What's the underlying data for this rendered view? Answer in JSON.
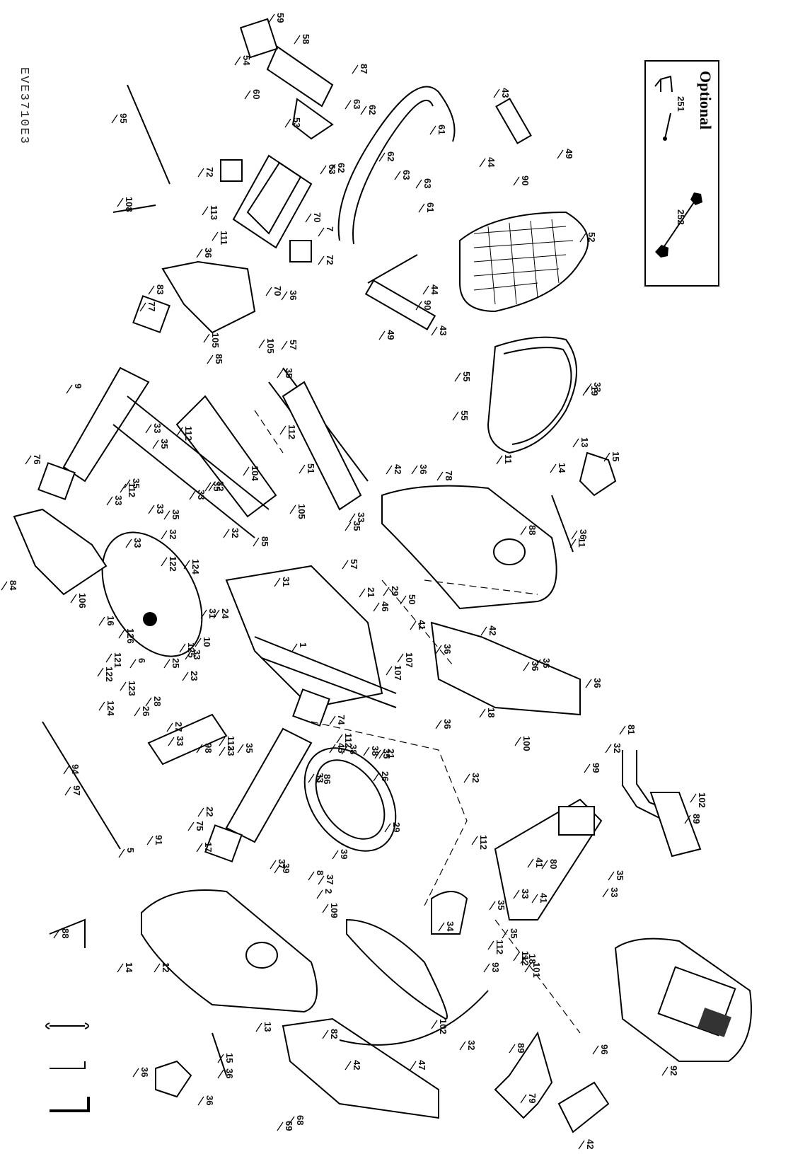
{
  "drawing_code": "EVE3710E3",
  "optional_box": {
    "title": "Optional",
    "parts": [
      "251",
      "252"
    ]
  },
  "labels": [
    "59",
    "58",
    "54",
    "60",
    "53",
    "87",
    "63",
    "62",
    "61",
    "62",
    "63",
    "44",
    "43",
    "49",
    "90",
    "95",
    "72",
    "63",
    "62",
    "63",
    "61",
    "108",
    "113",
    "111",
    "7",
    "70",
    "72",
    "52",
    "36",
    "83",
    "36",
    "70",
    "44",
    "90",
    "43",
    "49",
    "77",
    "105",
    "85",
    "105",
    "57",
    "35",
    "33",
    "55",
    "55",
    "19",
    "9",
    "33",
    "35",
    "112",
    "104",
    "112",
    "51",
    "13",
    "14",
    "15",
    "76",
    "35",
    "33",
    "112",
    "32",
    "33",
    "35",
    "33",
    "35",
    "32",
    "105",
    "35",
    "33",
    "42",
    "36",
    "78",
    "88",
    "11",
    "36",
    "11",
    "84",
    "106",
    "32",
    "33",
    "122",
    "124",
    "31",
    "85",
    "57",
    "29",
    "50",
    "21",
    "46",
    "41",
    "107",
    "107",
    "16",
    "126",
    "121",
    "122",
    "123",
    "124",
    "31",
    "24",
    "10",
    "125",
    "33",
    "25",
    "23",
    "6",
    "28",
    "26",
    "1",
    "18",
    "36",
    "42",
    "36",
    "36",
    "36",
    "36",
    "81",
    "100",
    "32",
    "102",
    "89",
    "27",
    "33",
    "98",
    "112",
    "33",
    "35",
    "74",
    "112",
    "45",
    "38",
    "38",
    "21",
    "26",
    "35",
    "33",
    "86",
    "32",
    "99",
    "94",
    "97",
    "22",
    "91",
    "5",
    "75",
    "17",
    "29",
    "39",
    "37",
    "39",
    "37",
    "8",
    "109",
    "2",
    "112",
    "35",
    "33",
    "41",
    "41",
    "80",
    "33",
    "35",
    "34",
    "35",
    "112",
    "112",
    "18",
    "93",
    "101",
    "102",
    "32",
    "89",
    "96",
    "79",
    "42",
    "88",
    "12",
    "14",
    "13",
    "15",
    "36",
    "36",
    "36",
    "82",
    "42",
    "47",
    "69",
    "68",
    "92"
  ]
}
